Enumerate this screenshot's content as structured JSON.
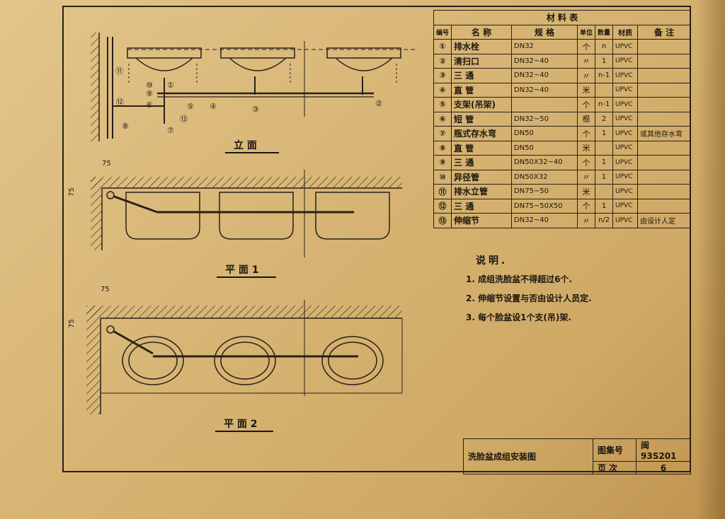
{
  "views": {
    "elevation_title": "立 面",
    "plan1_title": "平 面 1",
    "plan2_title": "平 面 2",
    "dim_75_a": "75",
    "dim_75_b": "75",
    "dim_75_c": "75",
    "dim_75_d": "75"
  },
  "callouts": [
    "⑪",
    "⑩",
    "⑨",
    "①",
    "②",
    "③",
    "④",
    "⑤",
    "⑥",
    "⑦",
    "⑧",
    "⑫",
    "⑬"
  ],
  "material_table": {
    "title": "材 料 表",
    "headers": {
      "no": "编号",
      "name": "名 称",
      "spec": "规 格",
      "unit": "单位",
      "qty": "数量",
      "material": "材质",
      "remark": "备 注"
    },
    "rows": [
      {
        "no": "①",
        "name": "排水栓",
        "spec": "DN32",
        "unit": "个",
        "qty": "n",
        "material": "UPVC",
        "remark": ""
      },
      {
        "no": "②",
        "name": "清扫口",
        "spec": "DN32~40",
        "unit": "〃",
        "qty": "1",
        "material": "UPVC",
        "remark": ""
      },
      {
        "no": "③",
        "name": "三 通",
        "spec": "DN32~40",
        "unit": "〃",
        "qty": "n-1",
        "material": "UPVC",
        "remark": ""
      },
      {
        "no": "④",
        "name": "直 管",
        "spec": "DN32~40",
        "unit": "米",
        "qty": "",
        "material": "UPVC",
        "remark": ""
      },
      {
        "no": "⑤",
        "name": "支架(吊架)",
        "spec": "",
        "unit": "个",
        "qty": "n-1",
        "material": "UPVC",
        "remark": ""
      },
      {
        "no": "⑥",
        "name": "短 管",
        "spec": "DN32~50",
        "unit": "根",
        "qty": "2",
        "material": "UPVC",
        "remark": ""
      },
      {
        "no": "⑦",
        "name": "瓶式存水弯",
        "spec": "DN50",
        "unit": "个",
        "qty": "1",
        "material": "UPVC",
        "remark": "或其他存水弯"
      },
      {
        "no": "⑧",
        "name": "直 管",
        "spec": "DN50",
        "unit": "米",
        "qty": "",
        "material": "UPVC",
        "remark": ""
      },
      {
        "no": "⑨",
        "name": "三 通",
        "spec": "DN50X32~40",
        "unit": "个",
        "qty": "1",
        "material": "UPVC",
        "remark": ""
      },
      {
        "no": "⑩",
        "name": "异径管",
        "spec": "DN50X32",
        "unit": "〃",
        "qty": "1",
        "material": "UPVC",
        "remark": ""
      },
      {
        "no": "⑪",
        "name": "排水立管",
        "spec": "DN75~50",
        "unit": "米",
        "qty": "",
        "material": "UPVC",
        "remark": ""
      },
      {
        "no": "⑫",
        "name": "三 通",
        "spec": "DN75~50X50",
        "unit": "个",
        "qty": "1",
        "material": "UPVC",
        "remark": ""
      },
      {
        "no": "⑬",
        "name": "伸缩节",
        "spec": "DN32~40",
        "unit": "〃",
        "qty": "n/2",
        "material": "UPVC",
        "remark": "由设计人定"
      }
    ]
  },
  "notes": {
    "heading": "说明.",
    "items": [
      "1. 成组洗脸盆不得超过6个.",
      "2. 伸缩节设置与否由设计人员定.",
      "3. 每个脸盆设1个支(吊)架."
    ]
  },
  "title_block": {
    "drawing_title": "洗脸盆成组安装图",
    "atlas_label": "图集号",
    "atlas_no": "闽 93S201",
    "page_label": "页 次",
    "page_no": "6"
  }
}
